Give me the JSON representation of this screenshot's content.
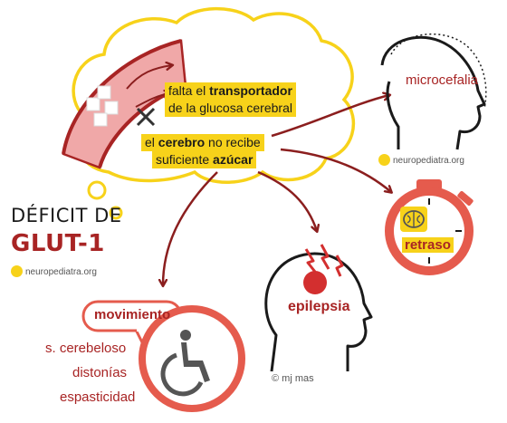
{
  "title": {
    "line1": "DÉFICIT DE",
    "line2": "GLUT-1"
  },
  "cloud": {
    "line1_prefix": "falta el ",
    "line1_bold": "transportador",
    "line2": "de la glucosa cerebral",
    "line3_prefix": "el ",
    "line3_bold": "cerebro",
    "line3_suffix": " no recibe",
    "line4_prefix": "suficiente ",
    "line4_bold": "azúcar"
  },
  "outcomes": {
    "microcefalia": "microcefalia",
    "retraso": "retraso",
    "epilepsia": "epilepsia",
    "movimiento": "movimiento",
    "movement_items": [
      "s. cerebeloso",
      "distonías",
      "espasticidad"
    ]
  },
  "credits": {
    "site": "neuropediatra.org",
    "author": "© mj mas"
  },
  "icons": [
    "cloud-icon",
    "glucose-transporter-icon",
    "blocked-cross-icon",
    "head-profile-icon",
    "stopwatch-icon",
    "brain-icon",
    "lightning-icon",
    "wheelchair-icon"
  ],
  "colors": {
    "red": "#a82424",
    "yellow": "#f7d21a",
    "coral": "#e55b4d",
    "dark": "#1a1a1a"
  }
}
